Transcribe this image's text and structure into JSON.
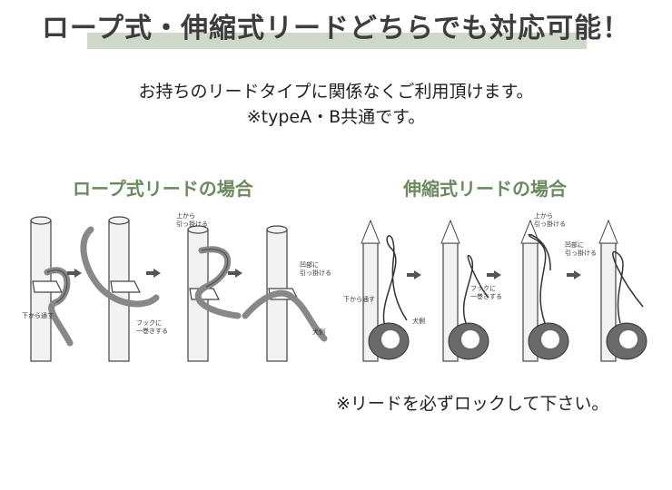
{
  "title": "ロープ式・伸縮式リードどちらでも対応可能！",
  "subtitle_line1": "お持ちのリードタイプに関係なくご利用頂けます。",
  "subtitle_line2": "※typeA・B共通です。",
  "rope_section": {
    "heading": "ロープ式リードの場合",
    "labels": {
      "pass_from_below": "下から通す",
      "wrap_hook_1": "フックに",
      "wrap_hook_2": "一巻きする",
      "hang_from_above_1": "上から",
      "hang_from_above_2": "引っ掛ける",
      "hang_recess_1": "凹部に",
      "hang_recess_2": "引っ掛ける",
      "dog_side": "犬側"
    }
  },
  "retract_section": {
    "heading": "伸縮式リードの場合",
    "labels": {
      "pass_from_below": "下から通す",
      "dog_side": "犬側",
      "wrap_hook_1": "フックに",
      "wrap_hook_2": "一巻きする",
      "hang_from_above_1": "上から",
      "hang_from_above_2": "引っ掛ける",
      "hang_recess_1": "凹部に",
      "hang_recess_2": "引っ掛ける"
    }
  },
  "note": "※リードを必ずロックして下さい。",
  "colors": {
    "accent_green": "#6b8a5d",
    "title_bar": "#cfd8c9"
  }
}
